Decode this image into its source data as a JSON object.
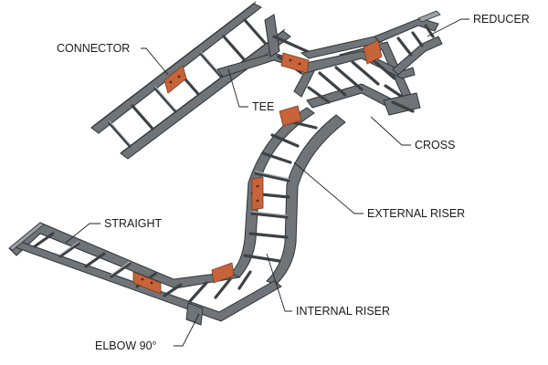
{
  "labels": {
    "connector": "CONNECTOR",
    "tee": "TEE",
    "reducer": "REDUCER",
    "cross": "CROSS",
    "external_riser": "EXTERNAL RISER",
    "straight": "STRAIGHT",
    "internal_riser": "INTERNAL RISER",
    "elbow_90": "ELBOW 90°"
  },
  "colors": {
    "steel": "#6f7479",
    "steel_light": "#9aa0a5",
    "connector_plate": "#c8643a",
    "label_text": "#1a1a1a"
  }
}
